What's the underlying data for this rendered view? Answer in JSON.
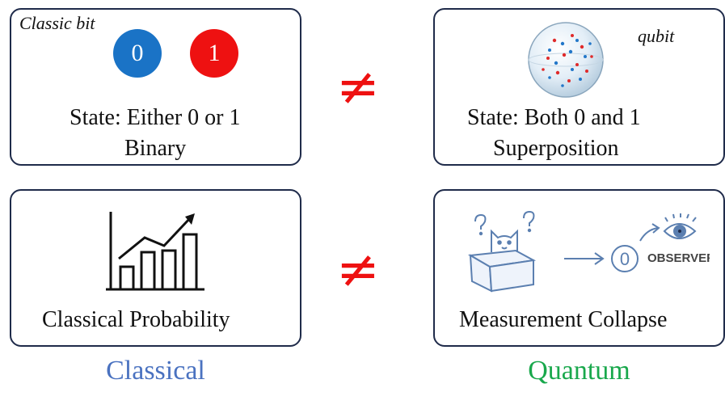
{
  "classic_bit_card": {
    "label": "Classic bit",
    "bit_zero": "0",
    "bit_one": "1",
    "state_line": "State: Either 0 or 1",
    "type_line": "Binary",
    "colors": {
      "zero": "#1a73c6",
      "one": "#ee1111"
    }
  },
  "qubit_card": {
    "label": "qubit",
    "state_line": "State: Both 0 and 1",
    "type_line": "Superposition"
  },
  "probability_card": {
    "caption": "Classical Probability"
  },
  "measurement_card": {
    "zero_state": "0",
    "observer_label": "OBSERVER",
    "caption": "Measurement Collapse"
  },
  "not_equal_symbol": "≠",
  "footer": {
    "classical": "Classical",
    "quantum": "Quantum",
    "colors": {
      "classical": "#4a72c0",
      "quantum": "#19a84c",
      "not_equal": "#ee1111"
    }
  }
}
